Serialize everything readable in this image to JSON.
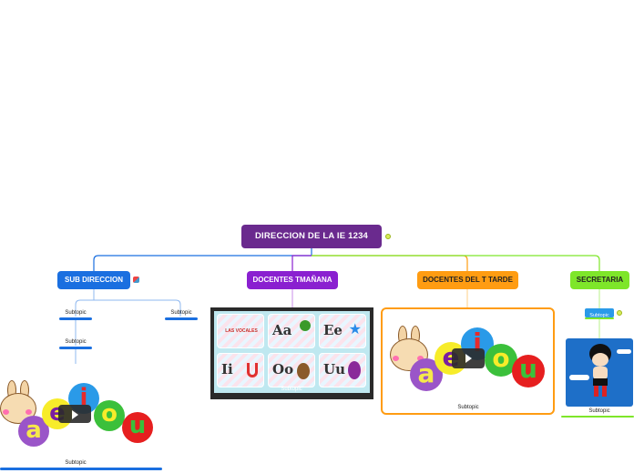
{
  "root": {
    "label": "DIRECCION DE LA IE 1234"
  },
  "branches": [
    {
      "label": "SUB DIRECCION",
      "color": "#1a6fe0"
    },
    {
      "label": "DOCENTES TMAÑANA",
      "color": "#8a20d0"
    },
    {
      "label": "DOCENTES DEL T TARDE",
      "color": "#ff9c12"
    },
    {
      "label": "SECRETARIA",
      "color": "#7ee62a"
    }
  ],
  "subtopics": {
    "sub_a": "Subtopic",
    "sub_b": "Subtopic",
    "sub_c": "Subtopic",
    "sub_video": "Subtopic",
    "manana_card": "Subtopic",
    "tarde_card": "Subtopic",
    "secretaria_top": "Subtopic",
    "secretaria_img": "Subtopic"
  },
  "vowels_card": {
    "title": "LAS VOCALES",
    "letters": [
      "Aa",
      "Ee",
      "Ii",
      "Oo",
      "Uu"
    ]
  },
  "vowel_balls": [
    "a",
    "e",
    "i",
    "o",
    "u"
  ],
  "icons": [
    "check-icon",
    "flag-icon",
    "play-icon",
    "bunny-icon",
    "astro-boy-icon"
  ]
}
